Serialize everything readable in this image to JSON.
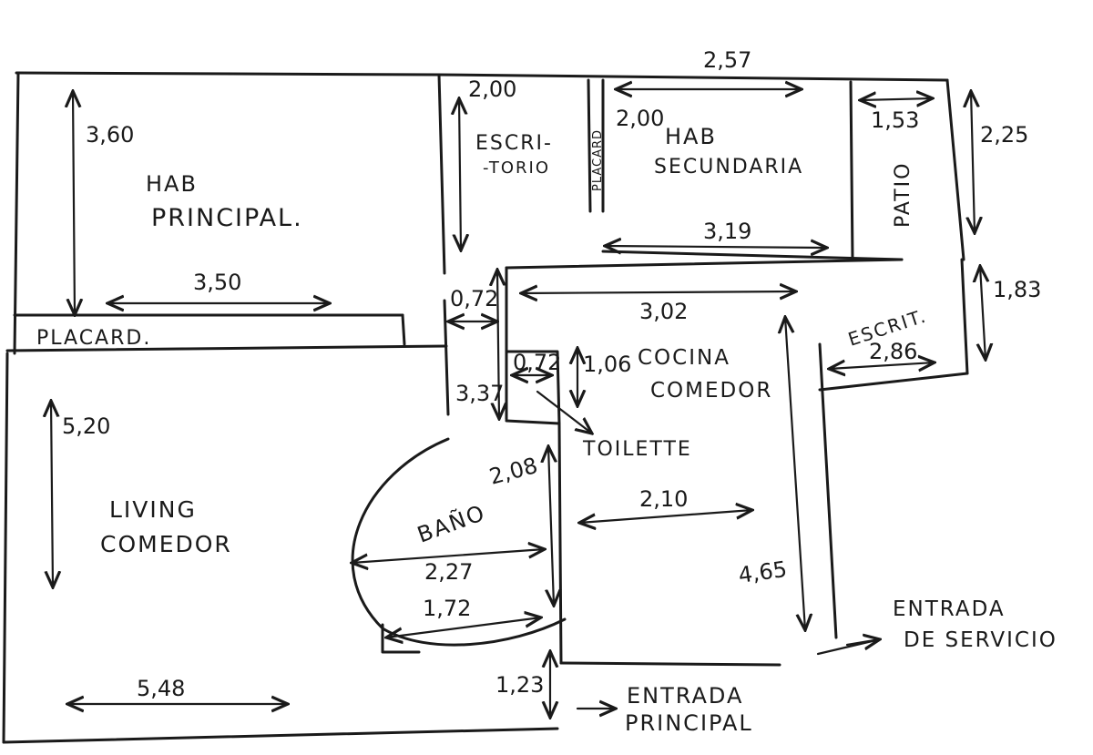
{
  "rooms": {
    "hab_principal": [
      "HAB",
      "PRINCIPAL."
    ],
    "escritorio": [
      "ESCRI-",
      "-TORIO"
    ],
    "placard_vertical": "PLACARD",
    "hab_secundaria": [
      "HAB",
      "SECUNDARIA"
    ],
    "patio": "PATIO",
    "placard_horizontal": "PLACARD.",
    "cocina_comedor": [
      "COCINA",
      "COMEDOR"
    ],
    "escritorio_2": "ESCRIT.",
    "toilette": "TOILETTE",
    "living_comedor": [
      "LIVING",
      "COMEDOR"
    ],
    "bano": "BAÑO",
    "entrada_servicio": [
      "ENTRADA",
      "DE SERVICIO"
    ],
    "entrada_principal": [
      "ENTRADA",
      "PRINCIPAL"
    ]
  },
  "dimensions": {
    "d_257": "2,57",
    "d_200a": "2,00",
    "d_200b": "2,00",
    "d_153": "1,53",
    "d_225": "2,25",
    "d_360": "3,60",
    "d_319": "3,19",
    "d_350": "3,50",
    "d_072a": "0,72",
    "d_302": "3,02",
    "d_183": "1,83",
    "d_286": "2,86",
    "d_072b": "0,72",
    "d_106": "1,06",
    "d_337": "3,37",
    "d_520": "5,20",
    "d_208": "2,08",
    "d_210": "2,10",
    "d_227": "2,27",
    "d_465": "4,65",
    "d_172": "1,72",
    "d_123": "1,23",
    "d_548": "5,48"
  }
}
